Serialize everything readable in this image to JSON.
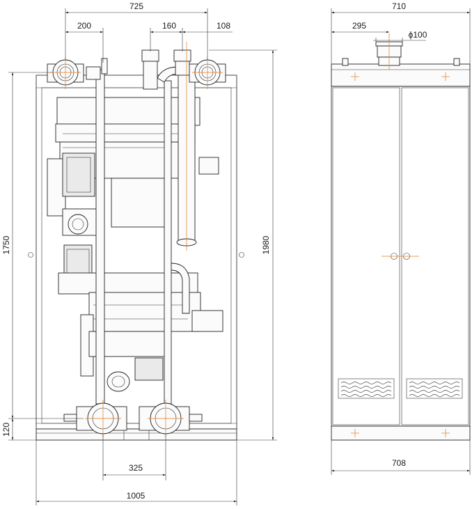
{
  "front_view": {
    "dims": {
      "top_overall": "725",
      "top_left_offset": "200",
      "top_mid": "160",
      "top_right": "108",
      "height_inner": "1750",
      "height_overall": "1980",
      "bottom_base": "120",
      "bottom_pipe_spacing": "325",
      "bottom_overall": "1005"
    }
  },
  "side_view": {
    "dims": {
      "top_width": "710",
      "offset": "295",
      "flue_diameter": "ϕ100",
      "bottom_width": "708"
    }
  },
  "colors": {
    "line": "#1a1a1a",
    "center_mark": "#e07a20",
    "panel": "#fbfbfb"
  }
}
